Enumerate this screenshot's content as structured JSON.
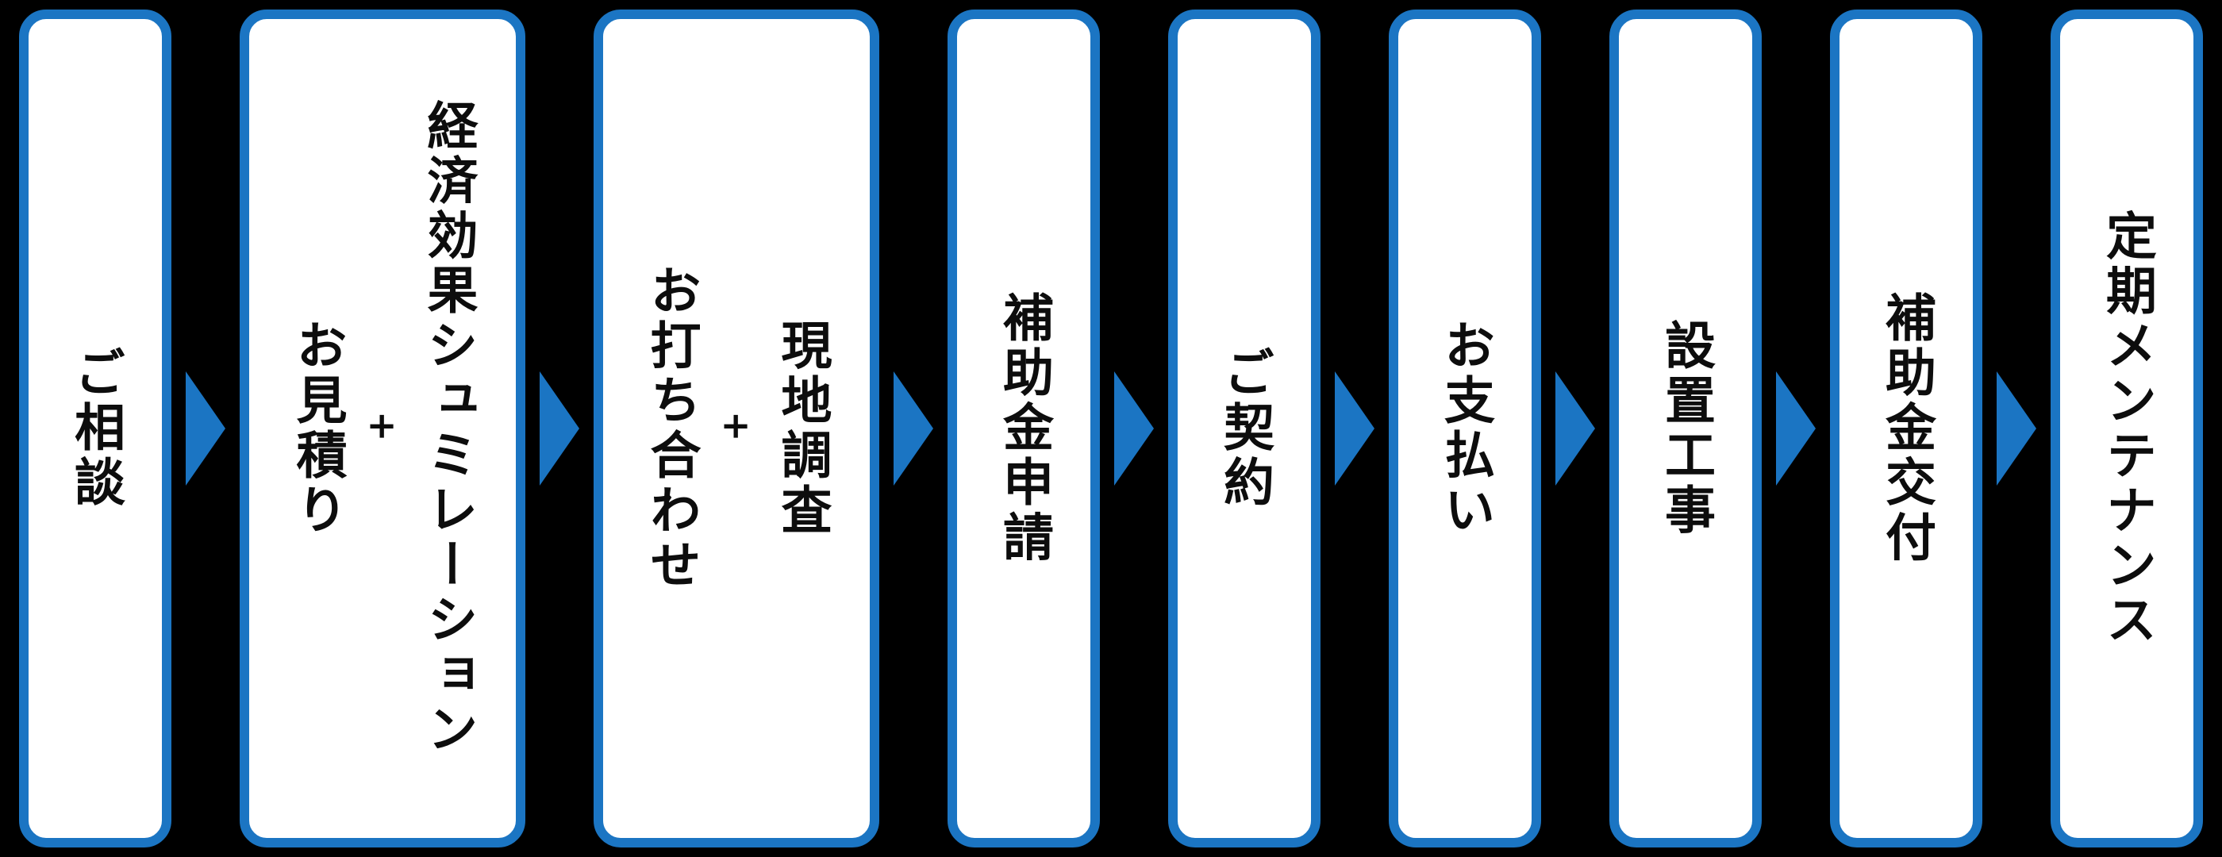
{
  "theme": {
    "background": "#000000",
    "accent_blue": "#1b75c3",
    "box_fill": "#ffffff",
    "text_color": "#0d0d0d"
  },
  "flow": {
    "plus_symbol": "+",
    "arrow_icon": "right-triangle-icon",
    "steps": [
      {
        "columns": [
          "ご相談"
        ]
      },
      {
        "columns": [
          "経済効果シュミレーション",
          "+",
          "お見積り"
        ]
      },
      {
        "columns": [
          "現地調査",
          "+",
          "お打ち合わせ"
        ]
      },
      {
        "columns": [
          "補助金申請"
        ]
      },
      {
        "columns": [
          "ご契約"
        ]
      },
      {
        "columns": [
          "お支払い"
        ]
      },
      {
        "columns": [
          "設置工事"
        ]
      },
      {
        "columns": [
          "補助金交付"
        ]
      },
      {
        "columns": [
          "定期メンテナンス"
        ]
      }
    ]
  }
}
